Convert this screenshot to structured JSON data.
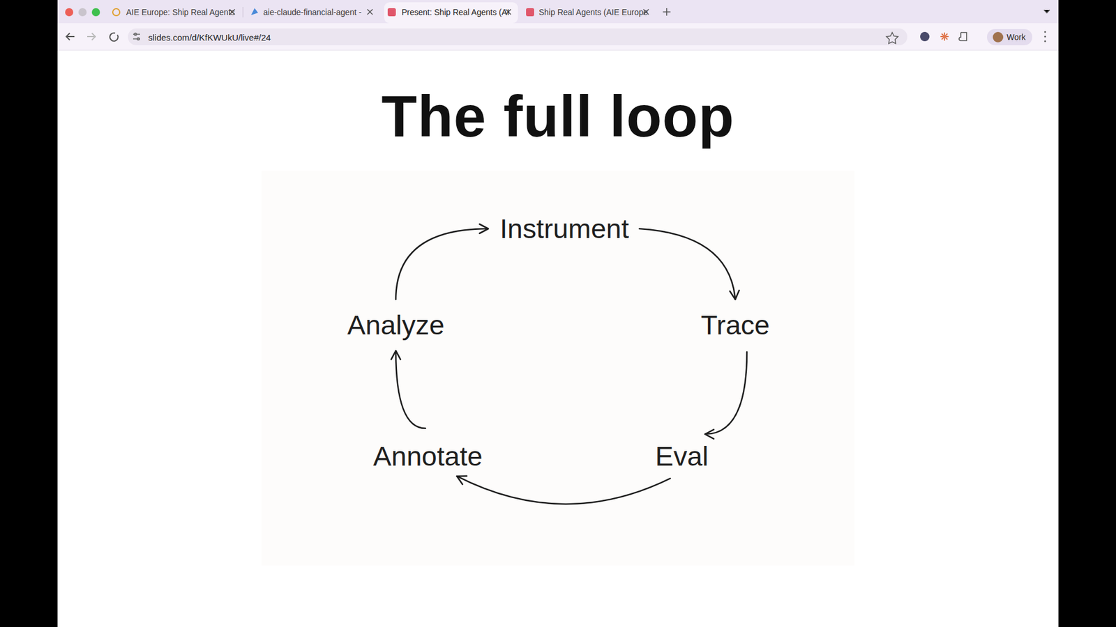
{
  "diagram": {
    "title": "The full loop",
    "nodes": [
      {
        "text": [
          "Instrument"
        ]
      },
      {
        "text": [
          "Trace"
        ]
      },
      {
        "text": [
          "Eval"
        ]
      },
      {
        "text": [
          "Annotate"
        ]
      },
      {
        "text": [
          "Analyze"
        ]
      }
    ],
    "edges": [
      {
        "from": 0,
        "to": 1,
        "arrow": "to"
      },
      {
        "from": 1,
        "to": 2,
        "arrow": "to"
      },
      {
        "from": 2,
        "to": 3,
        "arrow": "to"
      },
      {
        "from": 3,
        "to": 4,
        "arrow": "to"
      },
      {
        "from": 4,
        "to": 0,
        "arrow": "to"
      }
    ],
    "labels": [
      "AIE Europe: Ship Real Agents",
      "aie-claude-financial-agent -",
      "Present: Ship Real Agents (AI",
      "Ship Real Agents (AIE Europe",
      "slides.com/d/KfKWUkU/live#/24",
      "Work"
    ]
  }
}
